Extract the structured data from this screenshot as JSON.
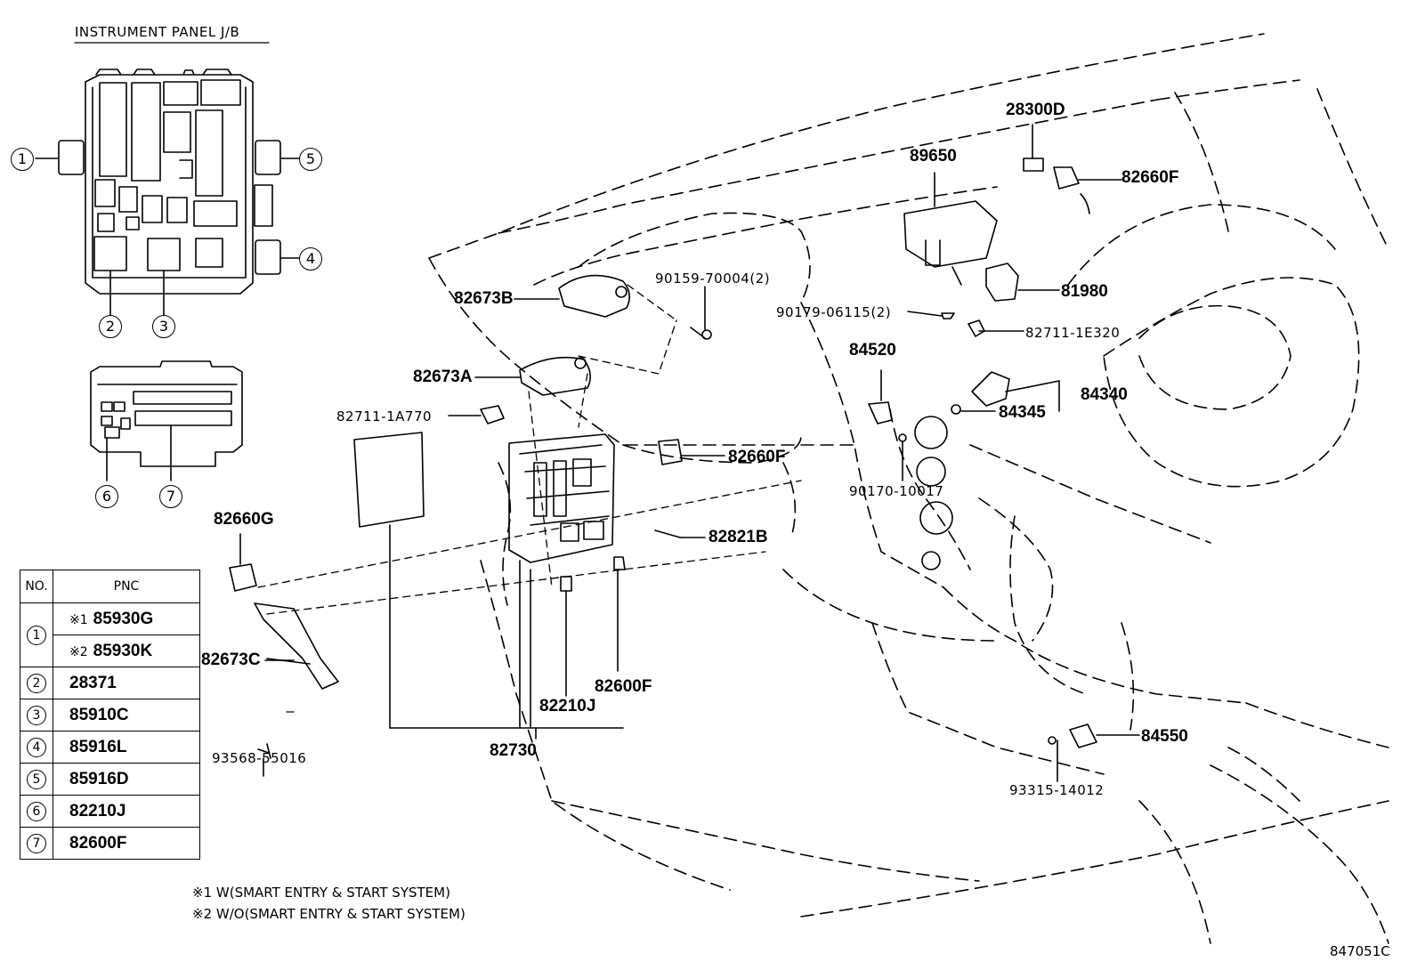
{
  "inset_title": "INSTRUMENT PANEL J/B",
  "callouts": [
    "1",
    "2",
    "3",
    "4",
    "5",
    "6",
    "7"
  ],
  "labels": {
    "p28300D": "28300D",
    "p89650": "89650",
    "p82660F_top": "82660F",
    "p90159": "90159-70004(2)",
    "p82673B": "82673B",
    "p81980": "81980",
    "p90179": "90179-06115(2)",
    "p82711_1E320": "82711-1E320",
    "p84520": "84520",
    "p82673A": "82673A",
    "p84340": "84340",
    "p82711_1A770": "82711-1A770",
    "p84345": "84345",
    "p82660F_mid": "82660F",
    "p90170": "90170-10017",
    "p82660G": "82660G",
    "p82821B": "82821B",
    "p82673C": "82673C",
    "p82600F": "82600F",
    "p82210J": "82210J",
    "p93568": "93568-55016",
    "p82730": "82730",
    "p84550": "84550",
    "p93315": "93315-14012"
  },
  "table": {
    "headers": [
      "NO.",
      "PNC"
    ],
    "rows": [
      {
        "no": "1",
        "mark": "※1",
        "pnc": "85930G"
      },
      {
        "no": "",
        "mark": "※2",
        "pnc": "85930K"
      },
      {
        "no": "2",
        "mark": "",
        "pnc": "28371"
      },
      {
        "no": "3",
        "mark": "",
        "pnc": "85910C"
      },
      {
        "no": "4",
        "mark": "",
        "pnc": "85916L"
      },
      {
        "no": "5",
        "mark": "",
        "pnc": "85916D"
      },
      {
        "no": "6",
        "mark": "",
        "pnc": "82210J"
      },
      {
        "no": "7",
        "mark": "",
        "pnc": "82600F"
      }
    ]
  },
  "footnotes": [
    "※1 W(SMART ENTRY & START SYSTEM)",
    "※2 W/O(SMART ENTRY & START SYSTEM)"
  ],
  "diagram_id": "847051C"
}
